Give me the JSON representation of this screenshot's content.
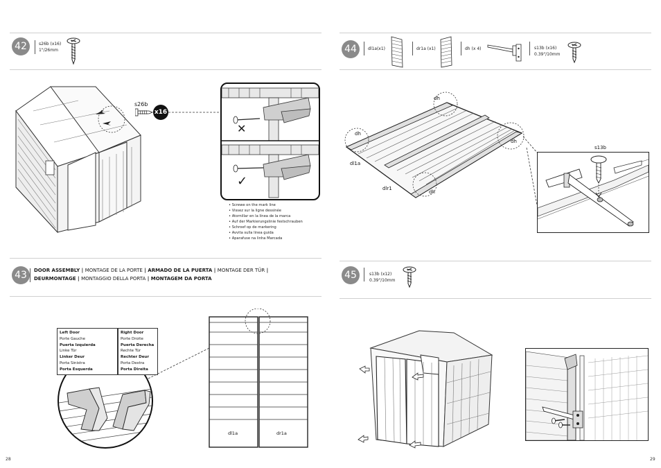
{
  "page_left": "28",
  "page_right": "29",
  "step42": {
    "number": "42",
    "part_code": "s26b (x16)",
    "part_size": "1\"/26mm",
    "callout_label": "s26b",
    "callout_qty": "x16",
    "wrong_mark": "✕",
    "right_mark": "✓",
    "instructions": [
      "Screwe on the mark line",
      "Vissez sur la ligne dessinée",
      "Atornillar en la línea de la marca",
      "Auf der Markierungslinie festschrauben",
      "Schroef op de markering",
      "Avvita sulla linea guida",
      "Aparafuse na linha Marcada"
    ]
  },
  "step43": {
    "number": "43",
    "title_parts": [
      {
        "text": "DOOR ASSEMBLY",
        "bold": true
      },
      {
        "text": " | ",
        "bold": true
      },
      {
        "text": "MONTAGE DE LA PORTE",
        "bold": false
      },
      {
        "text": " | ",
        "bold": true
      },
      {
        "text": "ARMADO DE LA PUERTA",
        "bold": true
      },
      {
        "text": " | ",
        "bold": true
      },
      {
        "text": "MONTAGE DER TÜR",
        "bold": false
      },
      {
        "text": " | ",
        "bold": true
      },
      {
        "text": "DEURMONTAGE",
        "bold": true
      },
      {
        "text": " | ",
        "bold": true
      },
      {
        "text": "MONTAGGIO DELLA PORTA",
        "bold": false
      },
      {
        "text": " | ",
        "bold": true
      },
      {
        "text": "MONTAGEM DA PORTA",
        "bold": true
      }
    ],
    "left_door": [
      {
        "text": "Left Door",
        "bold": true
      },
      {
        "text": "Porte Gauche",
        "bold": false
      },
      {
        "text": "Puerta Izquierda",
        "bold": true
      },
      {
        "text": "Linke Tür",
        "bold": false
      },
      {
        "text": "Linker Deur",
        "bold": true
      },
      {
        "text": "Porta Sinistra",
        "bold": false
      },
      {
        "text": "Porta Esquerda",
        "bold": true
      }
    ],
    "right_door": [
      {
        "text": "Right Door",
        "bold": true
      },
      {
        "text": "Porte Droite",
        "bold": false
      },
      {
        "text": "Puerta Derecha",
        "bold": true
      },
      {
        "text": "Rechte Tür",
        "bold": false
      },
      {
        "text": "Rechter Deur",
        "bold": true
      },
      {
        "text": "Porta Destra",
        "bold": false
      },
      {
        "text": "Porta Direita",
        "bold": true
      }
    ],
    "panel_left_label": "dl1a",
    "panel_right_label": "dr1a"
  },
  "step44": {
    "number": "44",
    "parts": [
      {
        "code": "dl1a(x1)"
      },
      {
        "code": "dr1a (x1)"
      },
      {
        "code": "dh (x 4)"
      },
      {
        "code": "s13b (x16)",
        "size": "0.39\"/10mm"
      }
    ],
    "labels": {
      "dh": "dh",
      "dl1a": "dl1a",
      "dlr1": "dlr1",
      "s13b": "s13b"
    }
  },
  "step45": {
    "number": "45",
    "part_code": "s13b (x12)",
    "part_size": "0.39\"/10mm"
  }
}
